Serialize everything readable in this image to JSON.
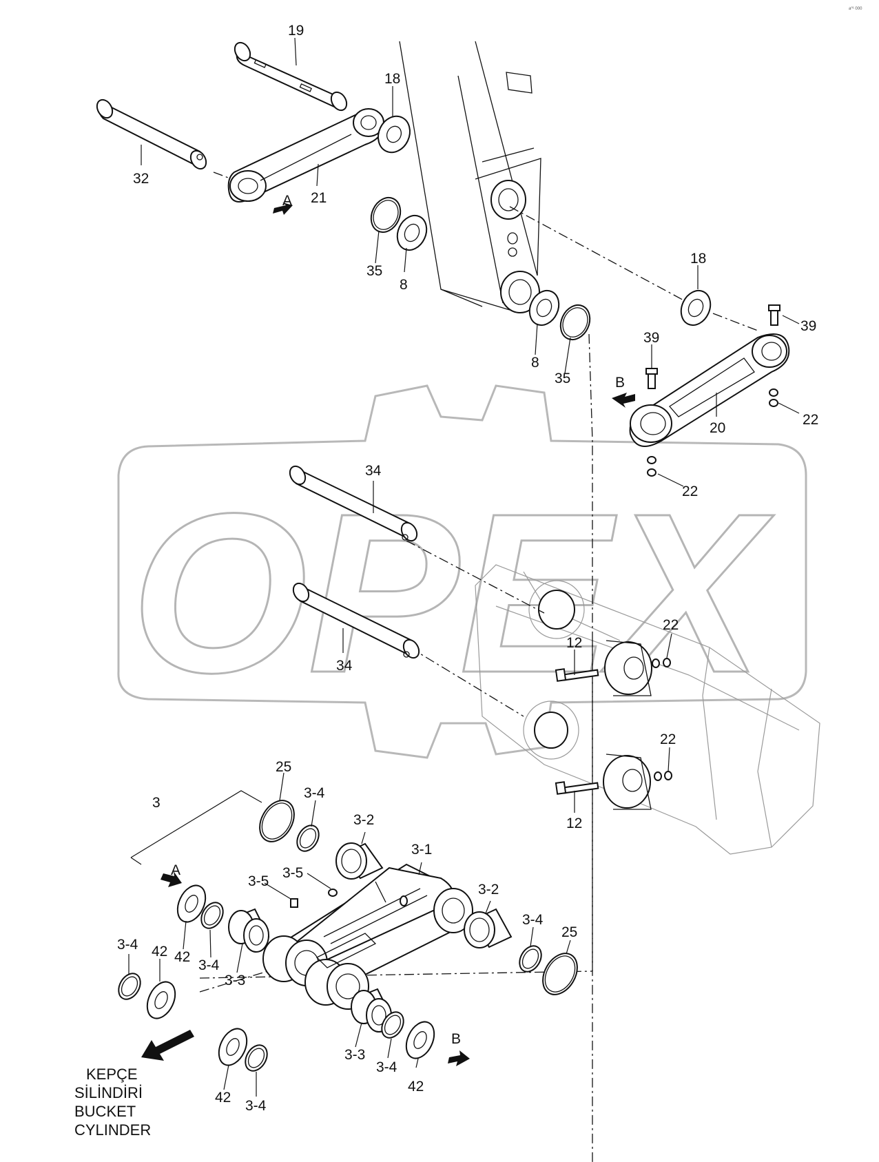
{
  "corner_text": "a⁰¹ 000",
  "watermark_text": "OPEX",
  "callouts": {
    "c19": "19",
    "c18a": "18",
    "c32": "32",
    "c21": "21",
    "cA1": "A",
    "c35a": "35",
    "c8a": "8",
    "c18b": "18",
    "c39a": "39",
    "c39b": "39",
    "c8b": "8",
    "c35b": "35",
    "cB1": "B",
    "c20": "20",
    "c22a": "22",
    "c22b": "22",
    "c34a": "34",
    "c34b": "34",
    "c22c": "22",
    "c12a": "12",
    "c22d": "22",
    "c12b": "12",
    "c25a": "25",
    "c3": "3",
    "c3_4a": "3-4",
    "c3_2a": "3-2",
    "c3_1": "3-1",
    "cA2": "A",
    "c3_5a": "3-5",
    "c3_5b": "3-5",
    "c3_2b": "3-2",
    "c42a": "42",
    "c3_4b": "3-4",
    "c3_3a": "3-3",
    "c3_4c": "3-4",
    "c42b": "42",
    "c3_4d": "3-4",
    "c25b": "25",
    "c3_3b": "3-3",
    "c3_4e": "3-4",
    "c42c": "42",
    "cB2": "B",
    "c42d": "42",
    "c3_4f": "3-4"
  },
  "caption": [
    "KEPÇE",
    "SİLİNDİRİ",
    "BUCKET",
    "CYLINDER"
  ]
}
